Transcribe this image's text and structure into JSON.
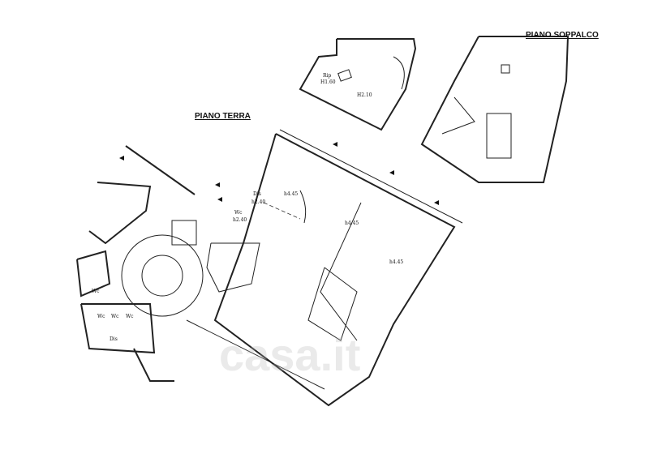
{
  "titles": {
    "mezzanine": "PIANO SOPPALCO",
    "ground": "PIANO TERRA"
  },
  "rooms": {
    "rip": "Rip",
    "rip_h": "H1.60",
    "mezz_h": "H2.10",
    "dis1": "Dis",
    "dis1_h": "h2.40",
    "wc1": "Wc",
    "wc1_h": "h2.40",
    "main1": "h4.45",
    "main2": "h4.45",
    "main3": "h4.45",
    "wc_left": "Wc",
    "wc_a": "Wc",
    "wc_b": "Wc",
    "wc_c": "Wc",
    "dis2": "Dis"
  },
  "watermark": "casa.it"
}
